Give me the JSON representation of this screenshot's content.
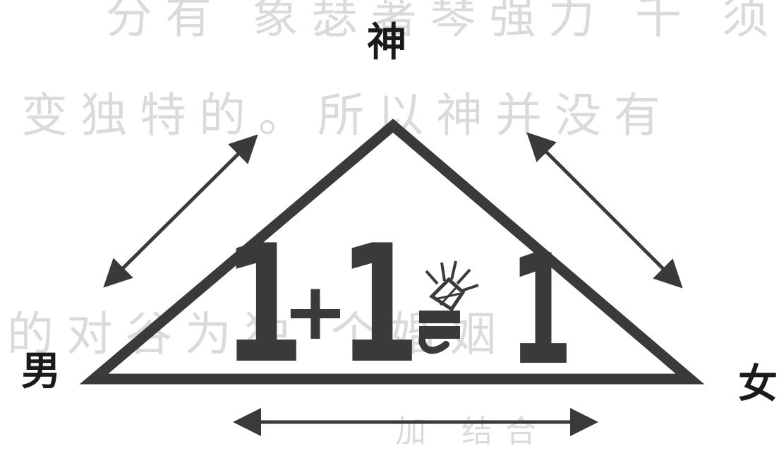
{
  "nodes": {
    "top": "神",
    "left": "男",
    "right": "女"
  },
  "equation": {
    "left_one": "1",
    "plus": "+",
    "right_one": "1",
    "result": "1"
  },
  "bleed_through": [
    "分有 象瑟著琴强力 千 须",
    "变独特的。所以神并没有",
    "的对谷为独 个婚姻",
    "加 结合"
  ],
  "colors": {
    "ink": "#3a3a3a",
    "label": "#1a1a1a",
    "ghost": "#bdbdbd"
  },
  "icons": [
    "lit-firecracker-icon",
    "double-headed-arrow-icon"
  ]
}
